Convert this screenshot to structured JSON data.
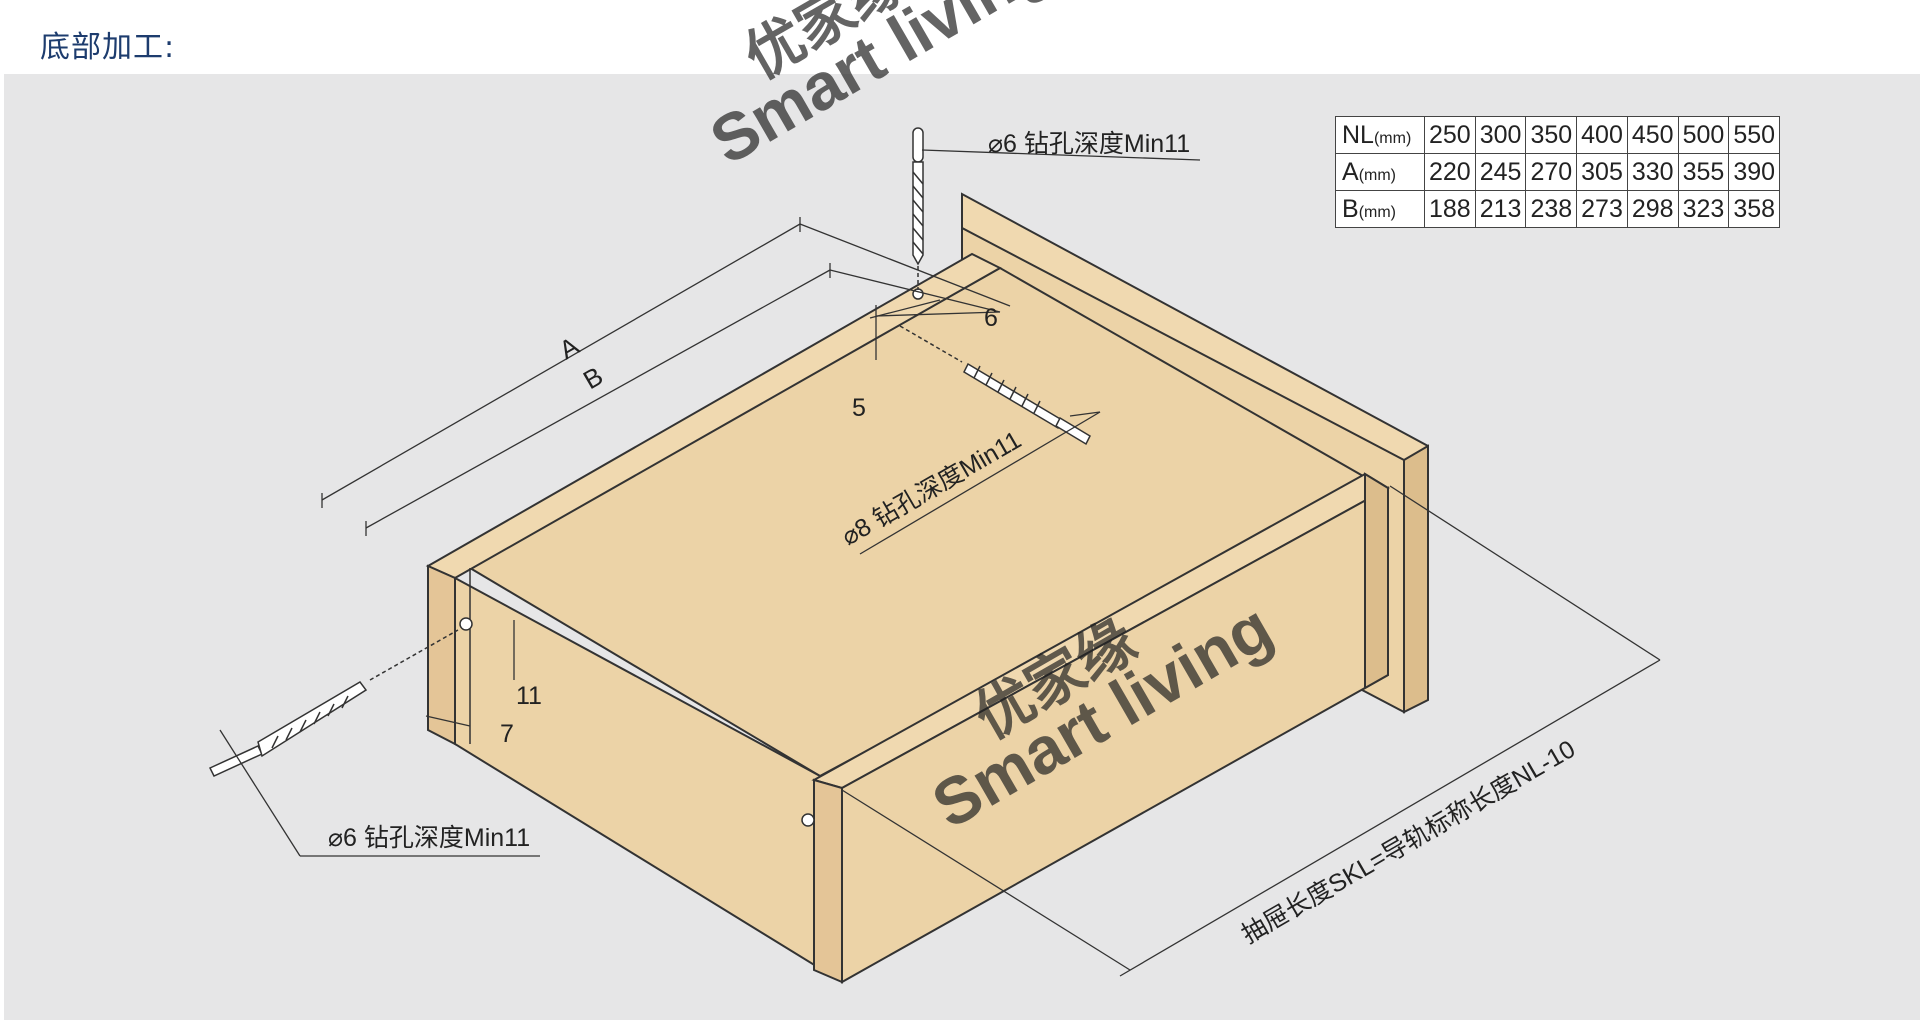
{
  "header": {
    "title": "底部加工:"
  },
  "table": {
    "rows": [
      {
        "label": "NL",
        "unit": "(mm)",
        "values": [
          "250",
          "300",
          "350",
          "400",
          "450",
          "500",
          "550"
        ]
      },
      {
        "label": "A",
        "unit": "(mm)",
        "values": [
          "220",
          "245",
          "270",
          "305",
          "330",
          "355",
          "390"
        ]
      },
      {
        "label": "B",
        "unit": "(mm)",
        "values": [
          "188",
          "213",
          "238",
          "273",
          "298",
          "323",
          "358"
        ]
      }
    ]
  },
  "diagram": {
    "label_top_drill": "⌀6 钻孔深度Min11",
    "label_mid_drill": "⌀8 钻孔深度Min11",
    "label_left_drill": "⌀6 钻孔深度Min11",
    "dim_A": "A",
    "dim_B": "B",
    "dim_6": "6",
    "dim_5": "5",
    "dim_11": "11",
    "dim_7": "7",
    "drawer_length_note": "抽屉长度SKL=导轨标称长度NL-10"
  },
  "watermark": {
    "line1": "优家缘",
    "line2": "Smart living"
  },
  "colors": {
    "wood": "#ecd3a7",
    "wood_side": "#e4c597",
    "title_color": "#1d3c6e",
    "watermark": "#6aab5a",
    "panel_bg": "#e6e6e7"
  }
}
